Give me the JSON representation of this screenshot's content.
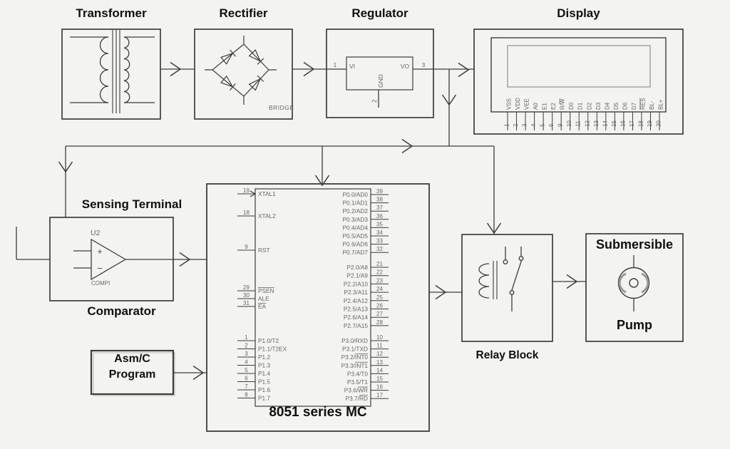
{
  "colors": {
    "background": "#f3f3f1",
    "line": "#3d3d3d",
    "pin_text": "#666666",
    "title_text": "#101010",
    "screen_stroke": "#8f8f8f",
    "blade_stroke": "#9a9a9a"
  },
  "titles": {
    "transformer": "Transformer",
    "rectifier": "Rectifier",
    "regulator": "Regulator",
    "display": "Display",
    "sensing": "Sensing Terminal",
    "comparator": "Comparator",
    "mcu": "8051 series MC",
    "program_line1": "Asm/C",
    "program_line2": "Program",
    "relay": "Relay Block",
    "pump_line1": "Submersible",
    "pump_line2": "Pump"
  },
  "rectifier": {
    "tag": "BRIDGE"
  },
  "regulator": {
    "pin_in_label": "VI",
    "pin_out_label": "VO",
    "pin_gnd_label": "GND",
    "pin_in_num": "1",
    "pin_gnd_num": "2",
    "pin_out_num": "3"
  },
  "comparator": {
    "ref": "U2",
    "part": "COMPI",
    "plus": "+",
    "minus": "−"
  },
  "display_pins": [
    {
      "n": "1",
      "pre": "VSS"
    },
    {
      "n": "2",
      "pre": "VDD"
    },
    {
      "n": "3",
      "pre": "VEE"
    },
    {
      "n": "4",
      "pre": "A0"
    },
    {
      "n": "5",
      "pre": "E1"
    },
    {
      "n": "6",
      "pre": "E2"
    },
    {
      "n": "9",
      "pre": "R/",
      "ov": "W"
    },
    {
      "n": "10",
      "pre": "D0"
    },
    {
      "n": "11",
      "pre": "D1"
    },
    {
      "n": "12",
      "pre": "D2"
    },
    {
      "n": "13",
      "pre": "D3"
    },
    {
      "n": "14",
      "pre": "D4"
    },
    {
      "n": "15",
      "pre": "D5"
    },
    {
      "n": "16",
      "pre": "D6"
    },
    {
      "n": "17",
      "pre": "D7"
    },
    {
      "n": "18",
      "ov": "RES"
    },
    {
      "n": "19",
      "pre": "BL-"
    },
    {
      "n": "20",
      "pre": "BL+"
    }
  ],
  "mcu_pins": {
    "left_top": [
      {
        "n": "19",
        "pre": "XTAL1"
      },
      {
        "n": "18",
        "pre": "XTAL2"
      },
      {
        "n": "9",
        "pre": "RST"
      },
      {
        "n": "29",
        "ov": "PSEN"
      },
      {
        "n": "30",
        "pre": "ALE"
      },
      {
        "n": "31",
        "ov": "EA"
      }
    ],
    "left_bottom": [
      {
        "n": "1",
        "pre": "P1.0/T2"
      },
      {
        "n": "2",
        "pre": "P1.1/T2EX"
      },
      {
        "n": "3",
        "pre": "P1.2"
      },
      {
        "n": "4",
        "pre": "P1.3"
      },
      {
        "n": "5",
        "pre": "P1.4"
      },
      {
        "n": "6",
        "pre": "P1.5"
      },
      {
        "n": "7",
        "pre": "P1.6"
      },
      {
        "n": "8",
        "pre": "P1.7"
      }
    ],
    "right_top": [
      {
        "n": "39",
        "pre": "P0.0/AD0"
      },
      {
        "n": "38",
        "pre": "P0.1/AD1"
      },
      {
        "n": "37",
        "pre": "P0.2/AD2"
      },
      {
        "n": "36",
        "pre": "P0.3/AD3"
      },
      {
        "n": "35",
        "pre": "P0.4/AD4"
      },
      {
        "n": "34",
        "pre": "P0.5/AD5"
      },
      {
        "n": "33",
        "pre": "P0.6/AD6"
      },
      {
        "n": "32",
        "pre": "P0.7/AD7"
      }
    ],
    "right_mid": [
      {
        "n": "21",
        "pre": "P2.0/A8"
      },
      {
        "n": "22",
        "pre": "P2.1/A9"
      },
      {
        "n": "23",
        "pre": "P2.2/A10"
      },
      {
        "n": "24",
        "pre": "P2.3/A11"
      },
      {
        "n": "25",
        "pre": "P2.4/A12"
      },
      {
        "n": "26",
        "pre": "P2.5/A13"
      },
      {
        "n": "27",
        "pre": "P2.6/A14"
      },
      {
        "n": "28",
        "pre": "P2.7/A15"
      }
    ],
    "right_bottom": [
      {
        "n": "10",
        "pre": "P3.0/RXD"
      },
      {
        "n": "11",
        "pre": "P3.1/TXD"
      },
      {
        "n": "12",
        "pre": "P3.2/",
        "ov": "INT0"
      },
      {
        "n": "13",
        "pre": "P3.3/",
        "ov": "INT1"
      },
      {
        "n": "14",
        "pre": "P3.4/T0"
      },
      {
        "n": "15",
        "pre": "P3.5/T1"
      },
      {
        "n": "16",
        "pre": "P3.6/",
        "ov": "WR"
      },
      {
        "n": "17",
        "pre": "P3.7/",
        "ov": "RD"
      }
    ]
  }
}
